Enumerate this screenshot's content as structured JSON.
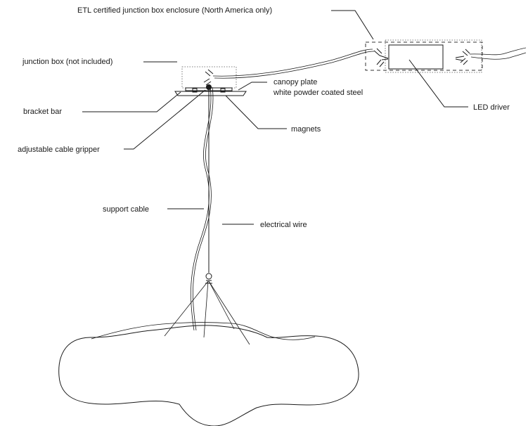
{
  "labels": {
    "etl_enclosure": "ETL certified junction box enclosure (North America only)",
    "junction_box": "junction box (not included)",
    "canopy_line1": "canopy plate",
    "canopy_line2": "white powder coated steel",
    "led_driver": "LED driver",
    "bracket_bar": "bracket bar",
    "magnets": "magnets",
    "cable_gripper": "adjustable cable gripper",
    "support_cable": "support cable",
    "electrical_wire": "electrical wire"
  }
}
